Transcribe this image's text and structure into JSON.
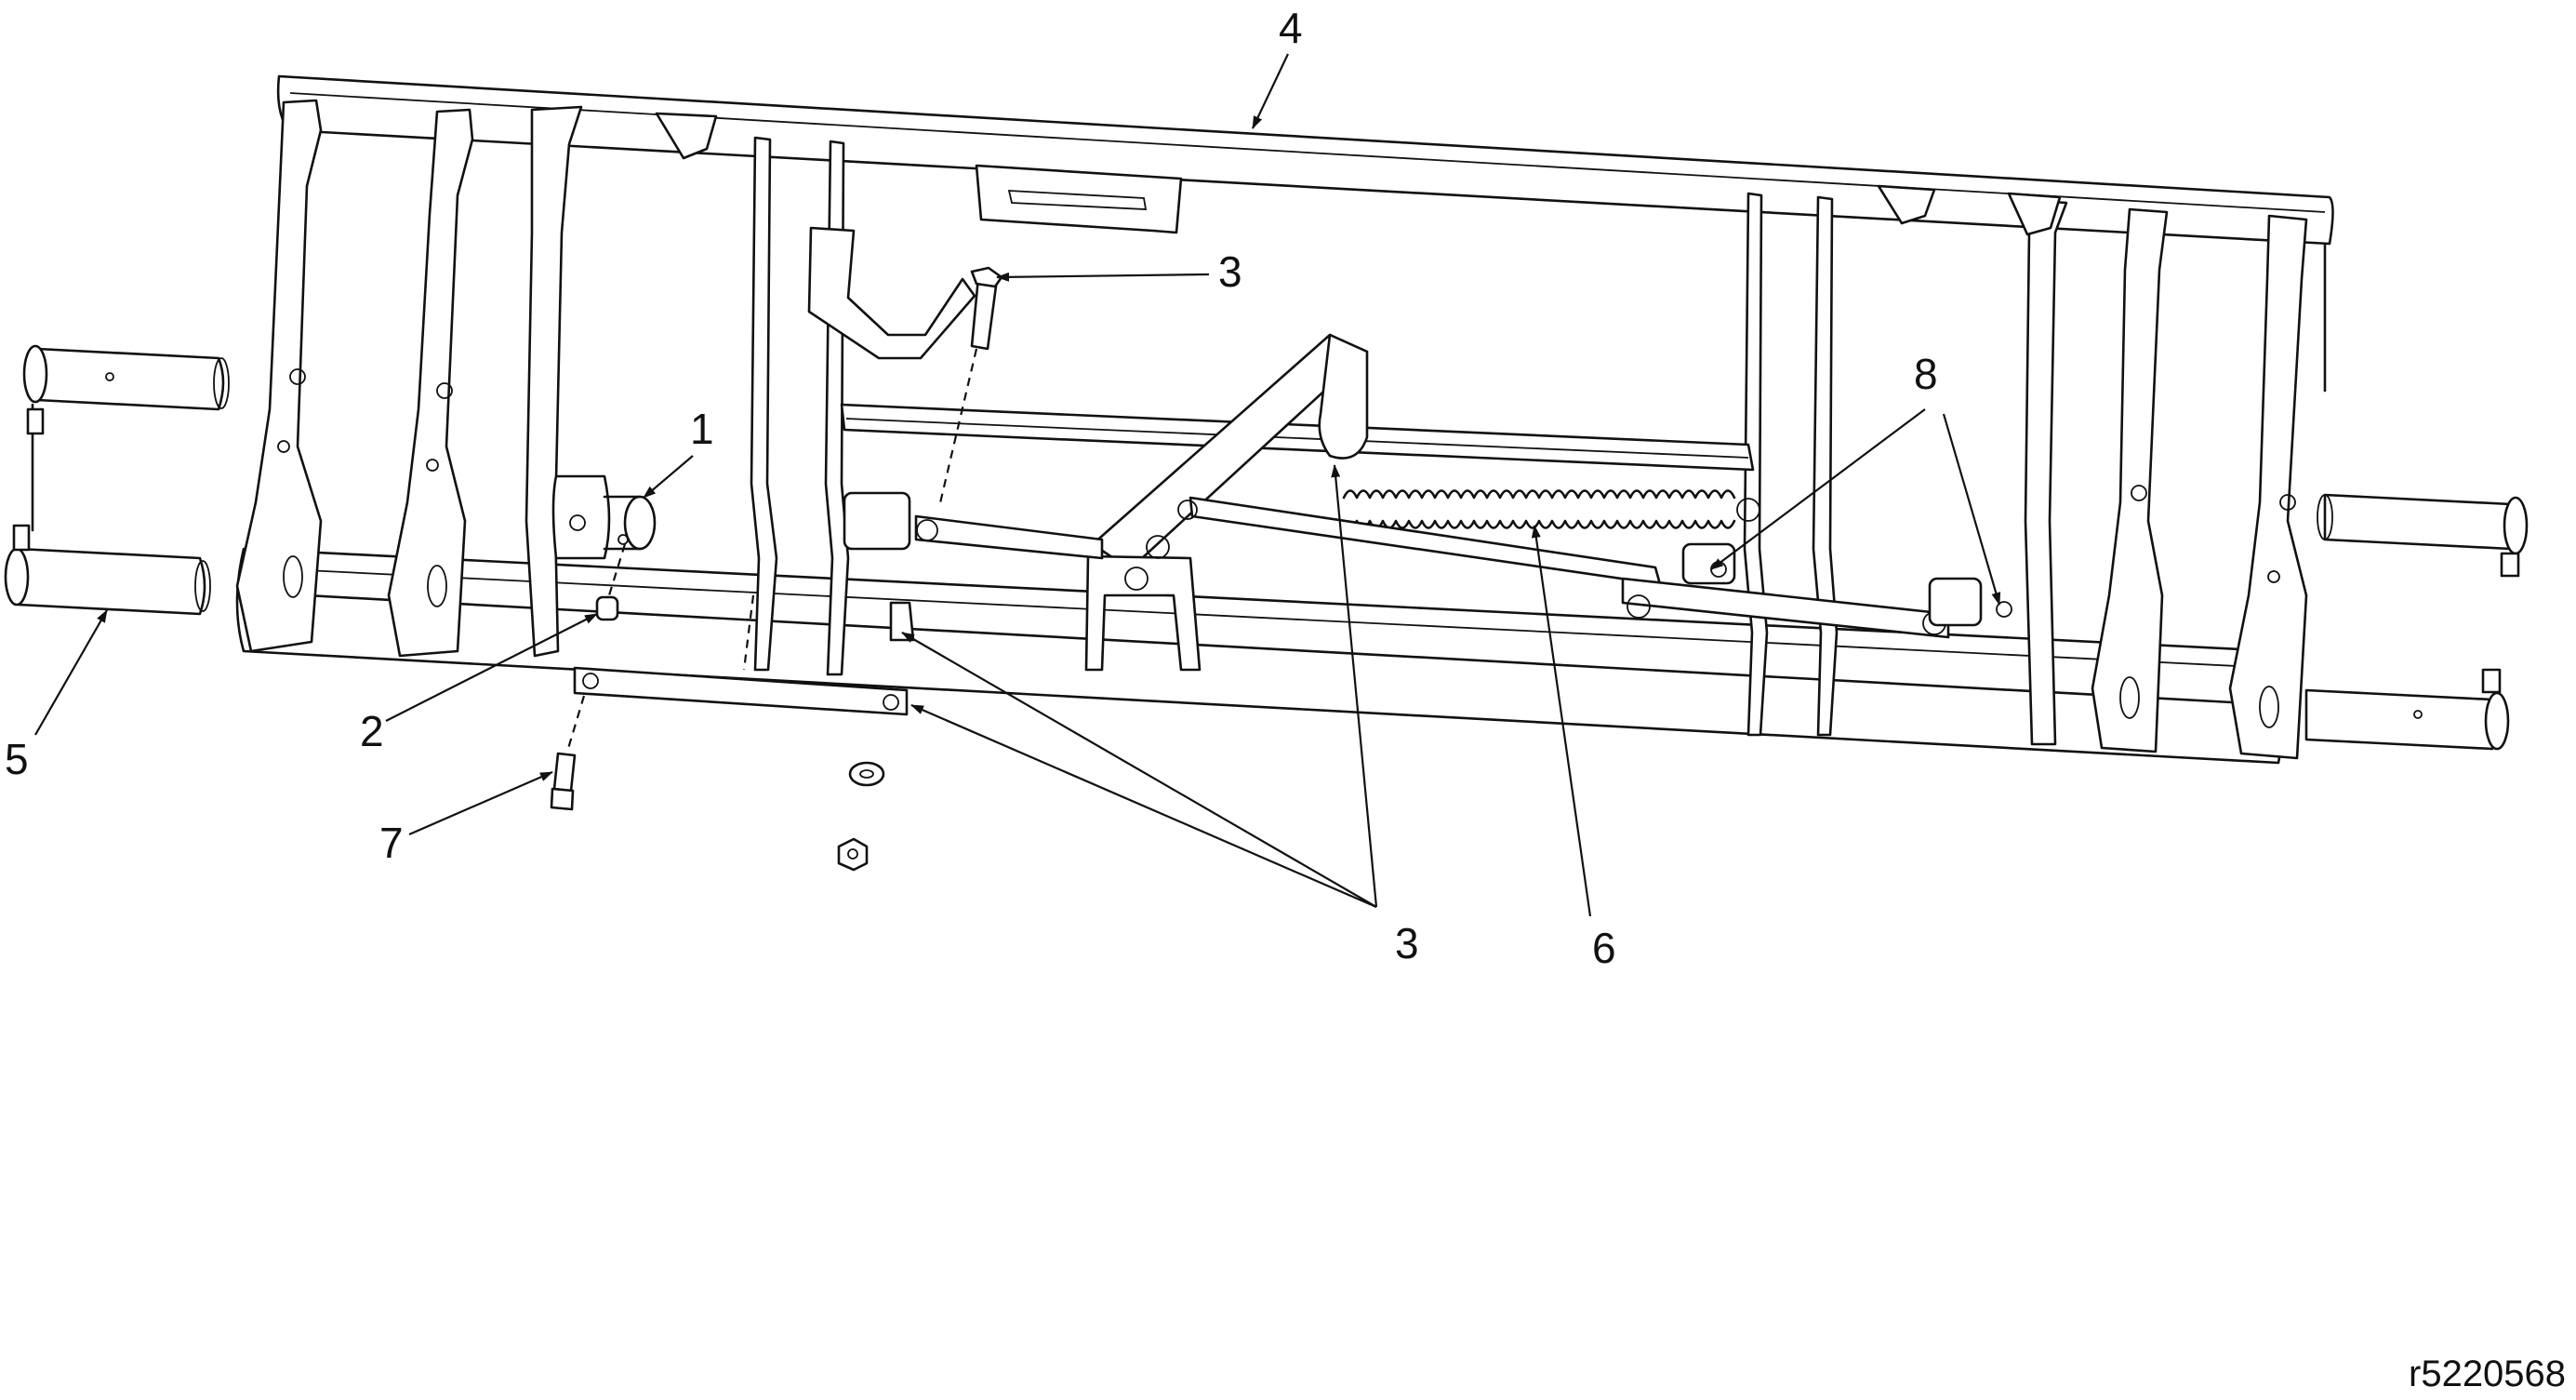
{
  "figure": {
    "reference_code": "r5220568",
    "callouts": [
      {
        "id": "c1",
        "label": "1"
      },
      {
        "id": "c2",
        "label": "2"
      },
      {
        "id": "c3a",
        "label": "3"
      },
      {
        "id": "c3b",
        "label": "3"
      },
      {
        "id": "c4",
        "label": "4"
      },
      {
        "id": "c5",
        "label": "5"
      },
      {
        "id": "c6",
        "label": "6"
      },
      {
        "id": "c7",
        "label": "7"
      },
      {
        "id": "c8",
        "label": "8"
      }
    ]
  }
}
